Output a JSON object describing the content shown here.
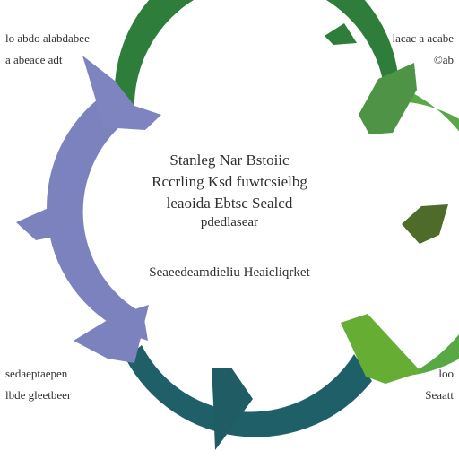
{
  "colors": {
    "segment_top": "#2e7d3a",
    "segment_right": "#58a845",
    "segment_bottom": "#1f5f68",
    "segment_left": "#7b82bd",
    "arrow_top_right": "#4f9446",
    "arrow_right_mid": "#4e6b2a",
    "arrow_bottom_right": "#66ad34",
    "arrow_bottom": "#1f5c63",
    "arrow_left_top": "#7d84bf",
    "text": "#2f2f2f"
  },
  "labels": {
    "top_left_line1": "lo abdo alabdabee",
    "top_left_line2": "a abeace adt",
    "top_right_line1": "lacac a acabe",
    "top_right_line2": "©ab",
    "bottom_left_line1": "sedaeptaepen",
    "bottom_left_line2": "lbde gleetbeer",
    "bottom_right_line1": "loo",
    "bottom_right_line2": "Seaatt"
  },
  "center": {
    "line1": "Stanleg Nar Bstoiic",
    "line2": "Rccrling Ksd fuwtcsielbg",
    "line3": "leaoida Ebtsc Sealcd",
    "line4": "pdedlasear",
    "line5": "Seaeedeamdieliu Heaicliqrket"
  }
}
